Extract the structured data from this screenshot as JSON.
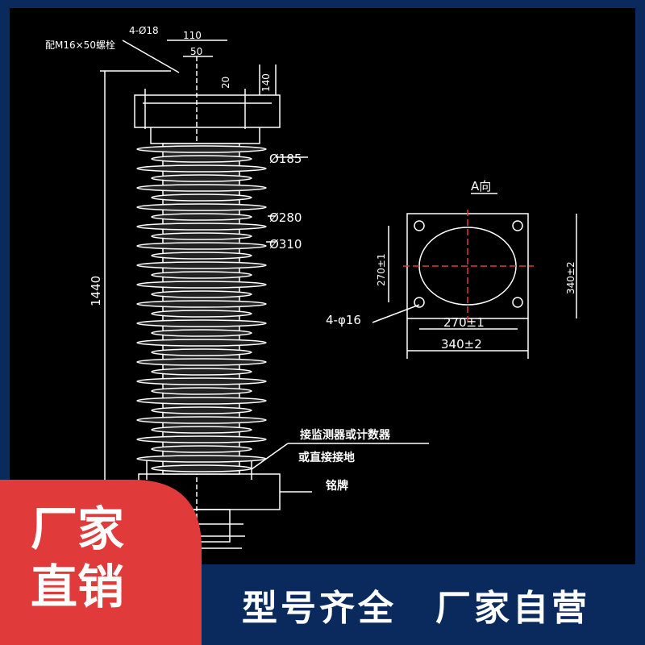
{
  "drawing": {
    "bolt_spec_line1": "4-Ø18",
    "bolt_spec_line2": "配M16×50螺栓",
    "dim_110": "110",
    "dim_50": "50",
    "dim_20": "20",
    "dim_140": "140",
    "dim_height": "1440",
    "diam_185": "Ø185",
    "diam_280": "Ø280",
    "diam_310": "Ø310",
    "view_label": "A向",
    "plate_hole_spacing_v": "270±1",
    "plate_width_v": "340±2",
    "plate_holes": "4-φ16",
    "plate_hole_spacing_h": "270±1",
    "plate_width_h": "340±2",
    "note_counter_1": "接监测器或计数器",
    "note_counter_2": "或直接接地",
    "note_nameplate": "铭牌"
  },
  "badge": {
    "line1": "厂家",
    "line2": "直销"
  },
  "slogans": {
    "left": "型号齐全",
    "right": "厂家自营"
  },
  "colors": {
    "banner_blue": "#0a2a5e",
    "badge_red": "#e03a3a",
    "drawing_bg": "#000000"
  }
}
